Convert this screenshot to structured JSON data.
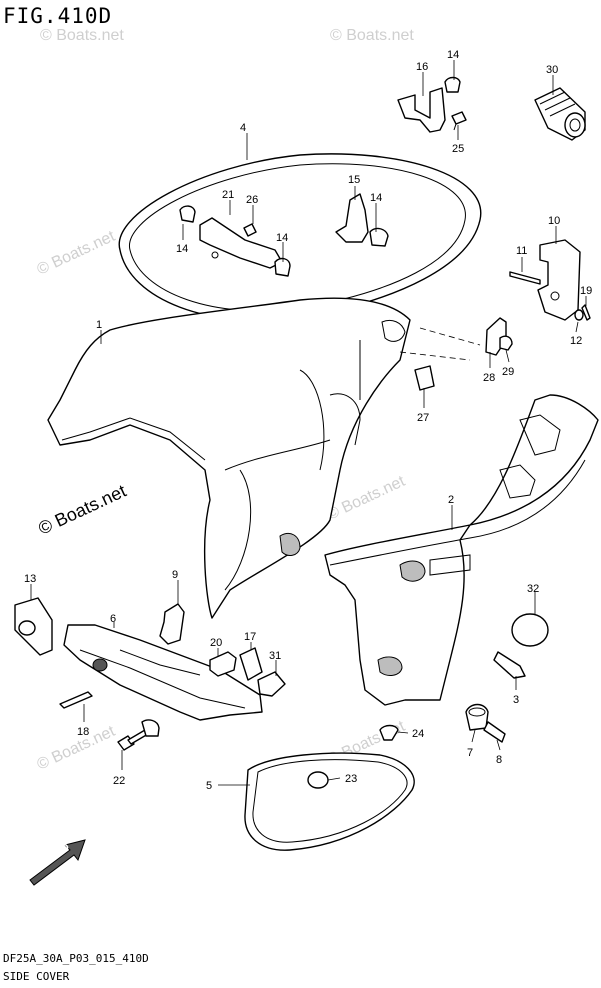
{
  "figure": {
    "title": "FIG.410D"
  },
  "footer": {
    "code": "DF25A_30A_P03_015_410D",
    "caption": "SIDE COVER"
  },
  "watermarks": {
    "main": "© Boats.net",
    "faint": "© Boats.net"
  },
  "fwd_label": "FWD",
  "callouts": {
    "c1": "1",
    "c2": "2",
    "c3": "3",
    "c4": "4",
    "c5": "5",
    "c6": "6",
    "c7": "7",
    "c8": "8",
    "c9": "9",
    "c10": "10",
    "c11": "11",
    "c12": "12",
    "c13": "13",
    "c14a": "14",
    "c14b": "14",
    "c14c": "14",
    "c14d": "14",
    "c15": "15",
    "c16": "16",
    "c17": "17",
    "c18": "18",
    "c19": "19",
    "c20": "20",
    "c21": "21",
    "c22": "22",
    "c23": "23",
    "c24": "24",
    "c25": "25",
    "c26": "26",
    "c27": "27",
    "c28": "28",
    "c29": "29",
    "c30": "30",
    "c31": "31",
    "c32": "32"
  }
}
